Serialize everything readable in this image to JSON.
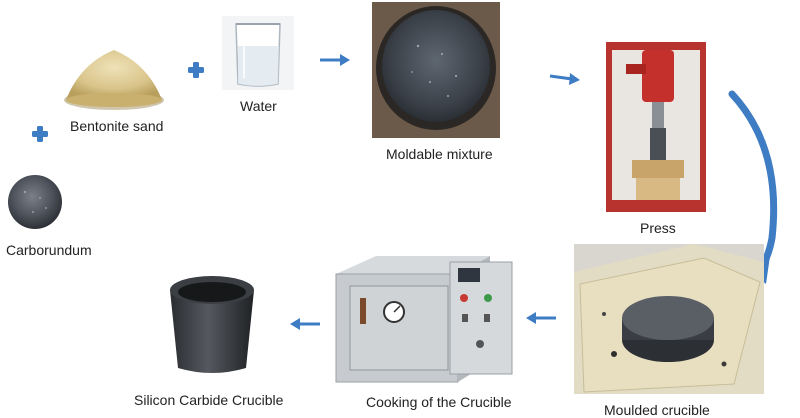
{
  "colors": {
    "arrow": "#3e7cc4",
    "plus": "#3e7cc4",
    "label": "#222222"
  },
  "steps": {
    "carborundum": {
      "label": "Carborundum",
      "icon": "carborundum-powder-photo"
    },
    "bentonite": {
      "label": "Bentonite sand",
      "icon": "bentonite-sand-photo"
    },
    "water": {
      "label": "Water",
      "icon": "water-beaker-photo"
    },
    "mixture": {
      "label": "Moldable mixture",
      "icon": "moldable-mixture-photo"
    },
    "press": {
      "label": "Press",
      "icon": "hydraulic-press-photo"
    },
    "moulded": {
      "label": "Moulded crucible",
      "icon": "moulded-crucible-photo"
    },
    "cooking": {
      "label": "Cooking of the Crucible",
      "icon": "furnace-photo"
    },
    "crucible": {
      "label": "Silicon Carbide Crucible",
      "icon": "crucible-photo"
    }
  }
}
